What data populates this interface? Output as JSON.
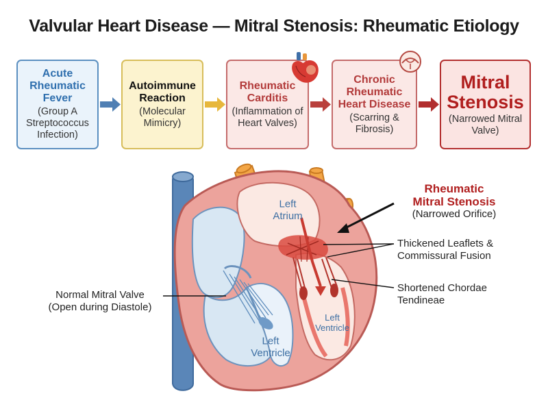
{
  "title": "Valvular Heart Disease — Mitral Stenosis: Rheumatic Etiology",
  "flow": [
    {
      "heading": "Acute Rheumatic Fever",
      "detail": "(Group A Streptococcus Infection)"
    },
    {
      "heading": "Autoimmune Reaction",
      "detail": "(Molecular Mimicry)"
    },
    {
      "heading": "Rheumatic Carditis",
      "detail": "(Inflammation of Heart Valves)"
    },
    {
      "heading": "Chronic Rheumatic Heart Disease",
      "detail": "(Scarring & Fibrosis)"
    },
    {
      "heading": "Mitral Stenosis",
      "detail": "(Narrowed Mitral Valve)"
    }
  ],
  "icons": [
    "heart-icon",
    "stenotic-valve-icon"
  ],
  "colors": {
    "blue": "#5b8fc0",
    "yellow": "#d7bd5a",
    "red": "#b01e1e",
    "heart_wall": "#e9a19b",
    "vessel_blue": "#5a86b8",
    "vessel_orange": "#f3a646"
  },
  "diagram": {
    "left_atrium": "Left Atrium",
    "left_ventricle_normal": "Left Ventricle",
    "left_ventricle_stenotic": "Left Ventricle",
    "normal_valve": {
      "line1": "Normal Mitral Valve",
      "line2": "(Open during Diastole)"
    },
    "stenosis": {
      "line1": "Rheumatic",
      "line2": "Mitral Stenosis",
      "line3": "(Narrowed Orifice)"
    },
    "leaflets": {
      "line1": "Thickened Leaflets &",
      "line2": "Commissural Fusion"
    },
    "chordae": {
      "line1": "Shortened Chordae",
      "line2": "Tendineae"
    }
  }
}
